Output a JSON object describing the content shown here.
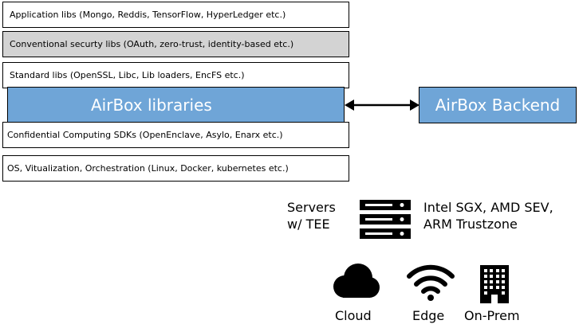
{
  "stack": {
    "app_libs": "Application libs (Mongo, Reddis, TensorFlow, HyperLedger etc.)",
    "conventional_security": "Conventional securty libs (OAuth, zero-trust, identity-based etc.)",
    "standard_libs": "Standard libs (OpenSSL, Libc, Lib loaders, EncFS etc.)",
    "airbox_libraries": "AirBox libraries",
    "cc_sdks": "Confidential Computing SDKs (OpenEnclave, Asylo, Enarx etc.)",
    "os_layer": "OS, Vitualization, Orchestration (Linux, Docker, kubernetes etc.)"
  },
  "backend": {
    "label": "AirBox Backend"
  },
  "servers": {
    "line1": "Servers",
    "line2": "w/ TEE",
    "tee_line1": "Intel SGX, AMD SEV,",
    "tee_line2": "ARM Trustzone",
    "icon": "server-rack-icon"
  },
  "deployments": [
    {
      "label": "Cloud",
      "icon": "cloud-icon"
    },
    {
      "label": "Edge",
      "icon": "wifi-icon"
    },
    {
      "label": "On-Prem",
      "icon": "building-icon"
    }
  ],
  "colors": {
    "airbox_blue": "#6fa5d7",
    "gray_box": "#d3d3d3"
  }
}
